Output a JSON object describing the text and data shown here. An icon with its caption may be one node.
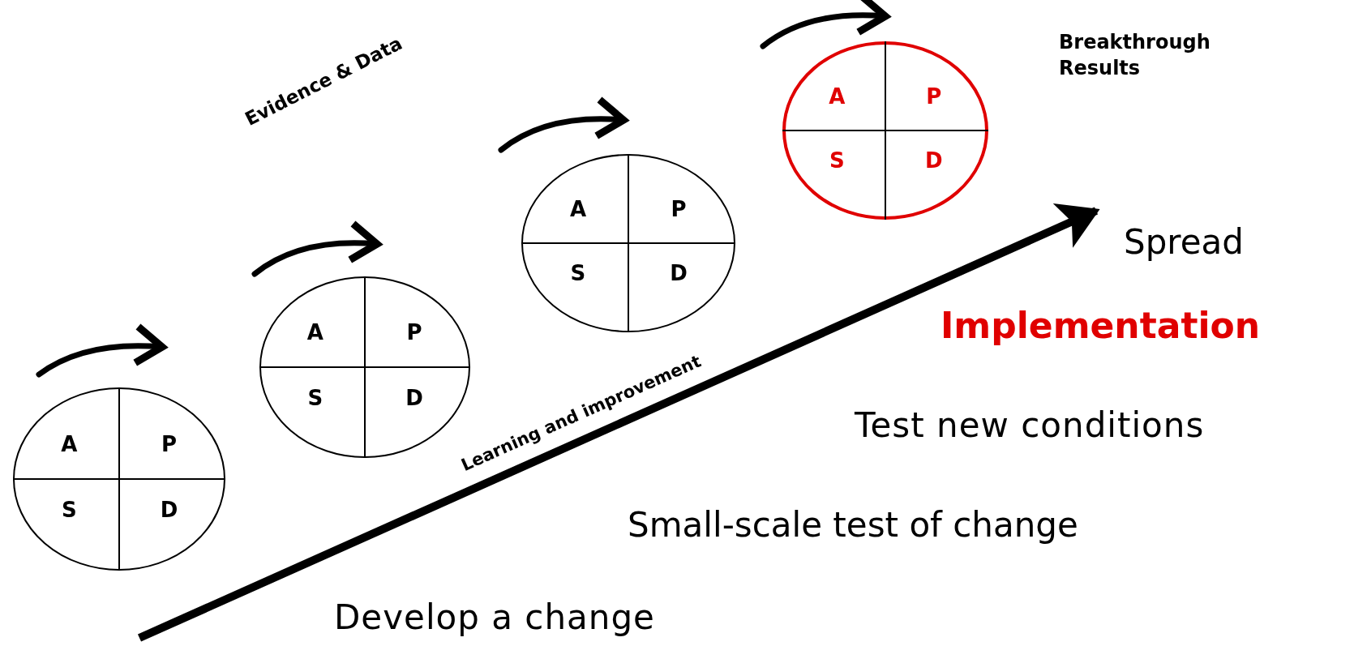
{
  "diagram": {
    "nodes": [
      {
        "text": [
          "A",
          "P",
          "S",
          "D"
        ]
      },
      {
        "text": [
          "A",
          "P",
          "S",
          "D"
        ]
      },
      {
        "text": [
          "A",
          "P",
          "S",
          "D"
        ]
      },
      {
        "text": [
          "A",
          "P",
          "S",
          "D"
        ]
      }
    ],
    "labels": [
      "Breakthrough Results",
      "Evidence & Data",
      "Spread",
      "Implementation",
      "Learning and improvement",
      "Test new conditions",
      "Small-scale test of change",
      "Develop a change"
    ]
  }
}
